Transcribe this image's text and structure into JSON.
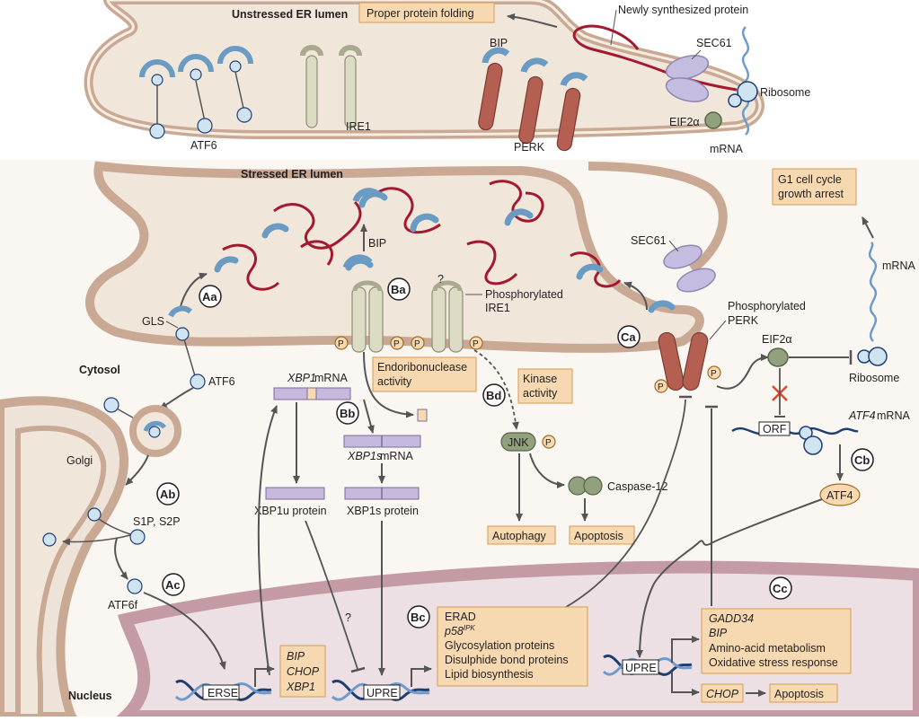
{
  "labels": {
    "unstressed_er_lumen": "Unstressed ER lumen",
    "proper_protein_folding": "Proper protein folding",
    "newly_synthesized_protein": "Newly synthesized protein",
    "sec61_top": "SEC61",
    "bip_top": "BIP",
    "ribosome_top": "Ribosome",
    "eif2a_top": "EIF2α",
    "mrna_top": "mRNA",
    "atf6_top": "ATF6",
    "ire1_top": "IRE1",
    "perk_top": "PERK",
    "stressed_er_lumen": "Stressed ER lumen",
    "g1_line1": "G1 cell cycle",
    "g1_line2": "growth arrest",
    "sec61_mid": "SEC61",
    "mrna_right": "mRNA",
    "bip_mid": "BIP",
    "question_ire1": "?",
    "phospho_ire1_line1": "Phosphorylated",
    "phospho_ire1_line2": "IRE1",
    "phospho_perk_line1": "Phosphorylated",
    "phospho_perk_line2": "PERK",
    "gls": "GLS",
    "cytosol": "Cytosol",
    "atf6_mid": "ATF6",
    "endo_line1": "Endoribonuclease",
    "endo_line2": "activity",
    "kinase_line1": "Kinase",
    "kinase_line2": "activity",
    "xbp1_mrna_italic": "XBP1",
    "xbp1_mrna_rest": " mRNA",
    "eif2a_mid": "EIF2α",
    "ribosome_mid": "Ribosome",
    "atf4_mrna_italic": "ATF4",
    "atf4_mrna_rest": " mRNA",
    "orf": "ORF",
    "golgi": "Golgi",
    "xbp1s_mrna_italic": "XBP1s",
    "xbp1s_mrna_rest": " mRNA",
    "jnk": "JNK",
    "caspase12": "Caspase-12",
    "s1p_s2p": "S1P, S2P",
    "xbp1u_protein": "XBP1u protein",
    "xbp1s_protein": "XBP1s protein",
    "autophagy": "Autophagy",
    "apoptosis_mid": "Apoptosis",
    "atf4": "ATF4",
    "atf6f": "ATF6f",
    "question_xbp1u": "?",
    "nucleus": "Nucleus",
    "erse": "ERSE",
    "upre_mid": "UPRE",
    "upre_right": "UPRE",
    "chop_box_item": "CHOP",
    "apoptosis_bottom": "Apoptosis",
    "p": "P"
  },
  "circle_labels": {
    "aa": "Aa",
    "ab": "Ab",
    "ac": "Ac",
    "ba": "Ba",
    "bb": "Bb",
    "bc": "Bc",
    "bd": "Bd",
    "ca": "Ca",
    "cb": "Cb",
    "cc": "Cc"
  },
  "erse_targets": [
    "BIP",
    "CHOP",
    "XBP1"
  ],
  "upre_targets": {
    "erad": "ERAD",
    "p58_main": "p58",
    "p58_sup": "IPK",
    "items": [
      "Glycosylation proteins",
      "Disulphide bond proteins",
      "Lipid biosynthesis"
    ]
  },
  "atf4_targets": {
    "italic_items": [
      "GADD34",
      "BIP"
    ],
    "items": [
      "Amino-acid metabolism",
      "Oxidative stress response"
    ]
  },
  "colors": {
    "er_fill": "#f1e6da",
    "er_stroke": "#c9a994",
    "cytosol_fill": "#faf6f1",
    "nucleus_band": "#c49ba5",
    "nucleus_fill": "#ede0e4",
    "bip_blue": "#6a9bc3",
    "atf6_circle": "#cfe3f1",
    "ire1_fill": "#dcdcc4",
    "perk_fill": "#b45f52",
    "protein_red": "#a3192f",
    "sec61_fill": "#c5bde0",
    "box_fill": "#f6d9b0",
    "box_stroke": "#d79a53",
    "xbp1_bar": "#c7b8de",
    "jnk_fill": "#91a07d",
    "dna_dark": "#1e3f72",
    "dna_light": "#6d9bcb",
    "red_x": "#e2452d"
  }
}
